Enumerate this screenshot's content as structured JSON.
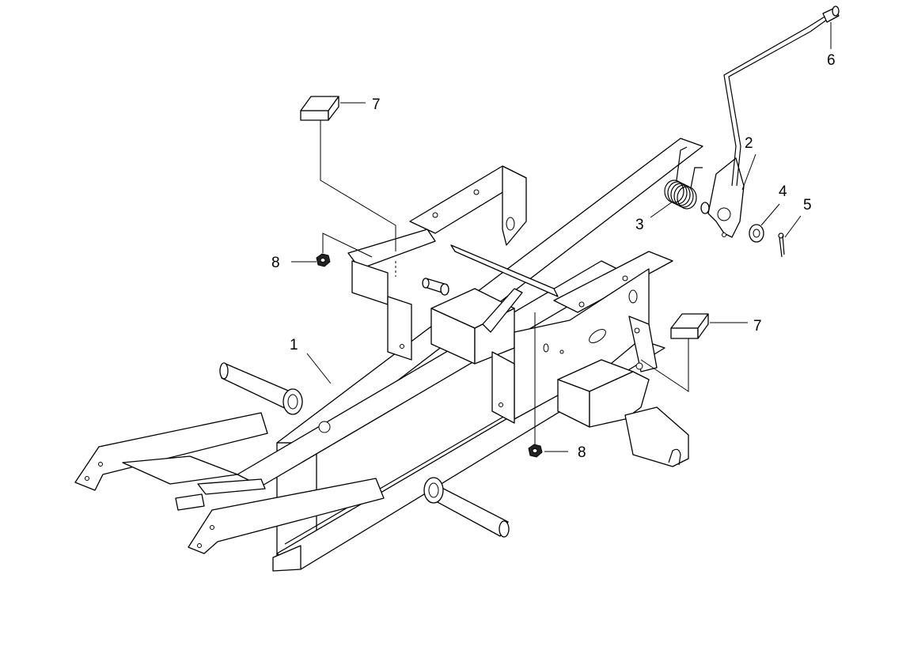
{
  "callouts": {
    "c1": "1",
    "c2": "2",
    "c3": "3",
    "c4": "4",
    "c5": "5",
    "c6": "6",
    "c7a": "7",
    "c7b": "7",
    "c8a": "8",
    "c8b": "8"
  },
  "colors": {
    "ink": "#000000",
    "paper": "#ffffff"
  }
}
